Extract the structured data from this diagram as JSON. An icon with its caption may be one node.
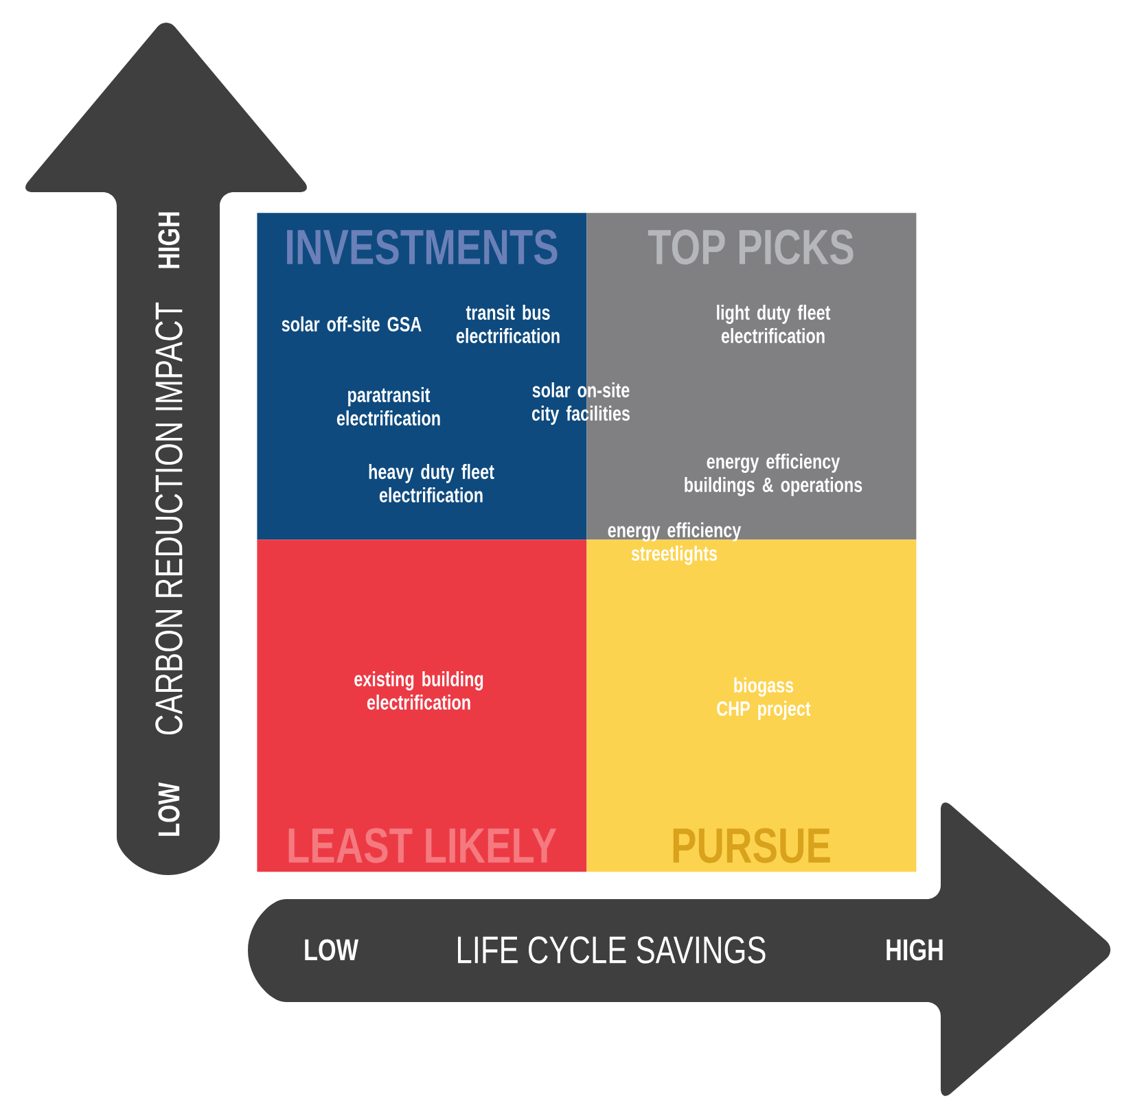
{
  "diagram": {
    "nodes": [
      {
        "text": [
          "INVESTMENTS"
        ]
      },
      {
        "text": [
          "TOP PICKS"
        ]
      },
      {
        "text": [
          "LEAST LIKELY"
        ]
      },
      {
        "text": [
          "PURSUE"
        ]
      }
    ],
    "labels": [
      "HIGH",
      "CARBON REDUCTION IMPACT",
      "LOW",
      "solar off-site GSA",
      "transit bus electrification",
      "paratransit electrification",
      "solar on-site city facilities",
      "heavy duty fleet electrification",
      "light duty fleet electrification",
      "energy efficiency buildings & operations",
      "energy efficiency streetlights",
      "existing building electrification",
      "biogass CHP project",
      "LOW",
      "LIFE CYCLE SAVINGS",
      "HIGH"
    ]
  }
}
